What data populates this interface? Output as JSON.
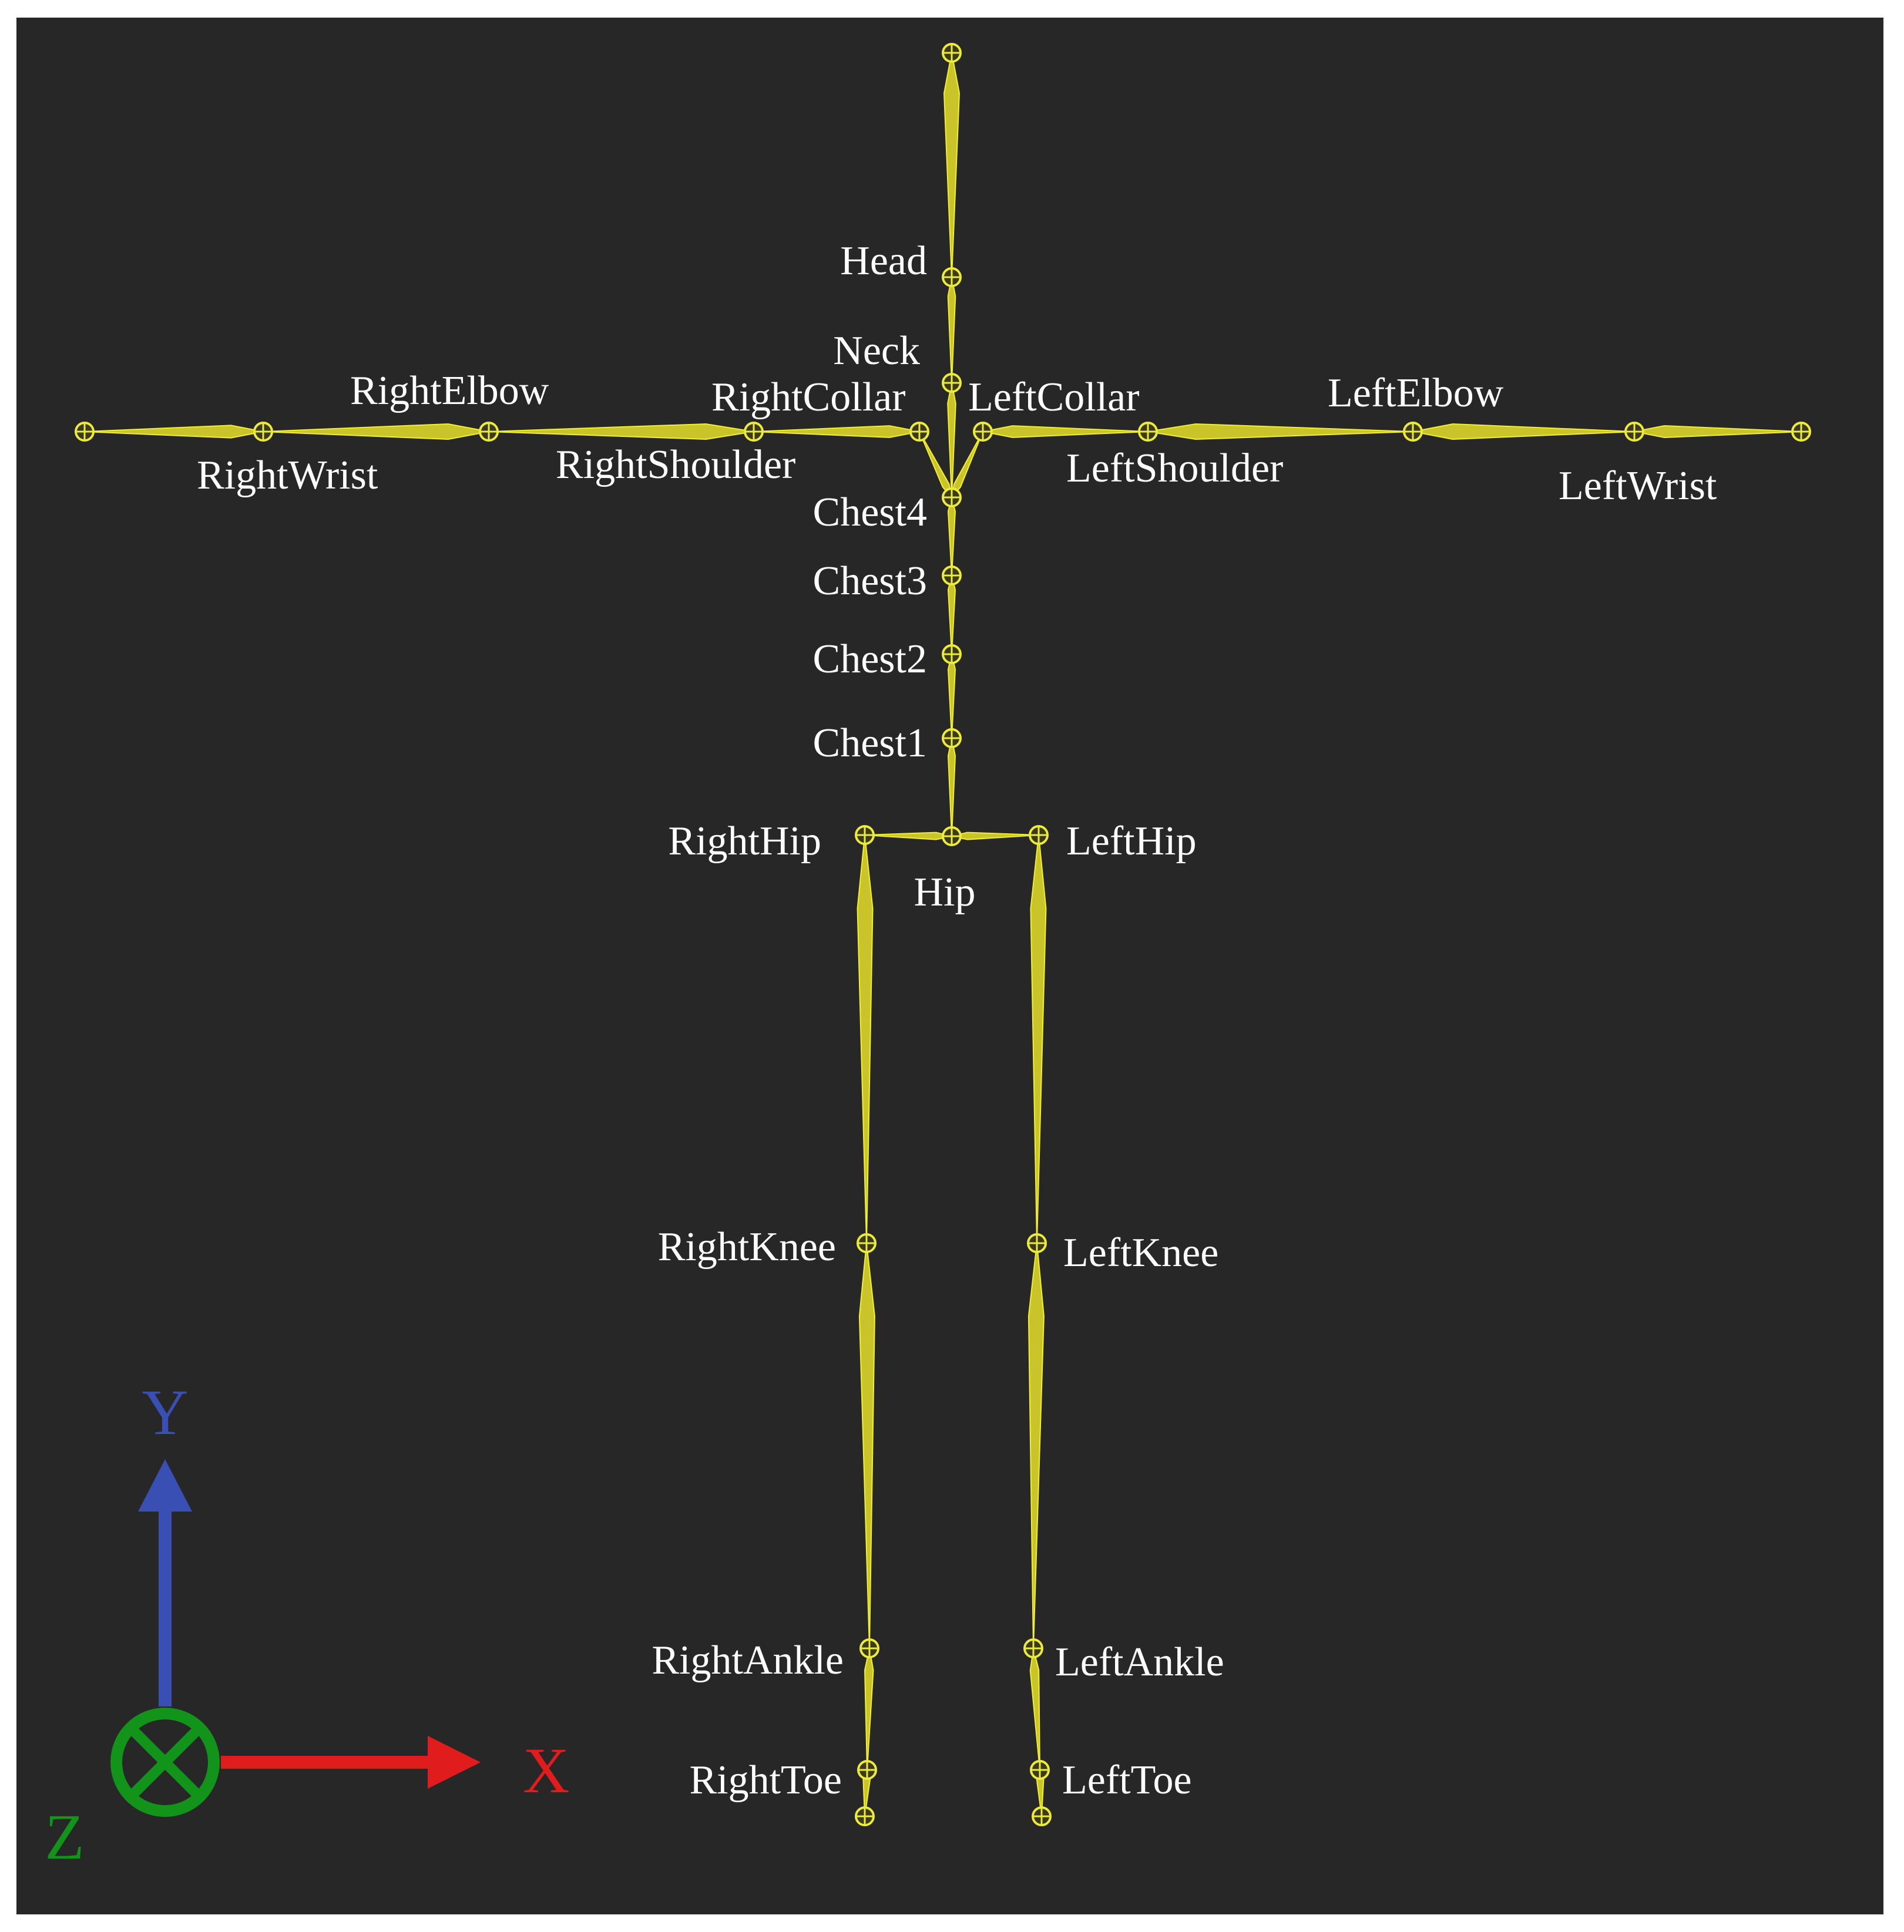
{
  "colors": {
    "background": "#272727",
    "bone": "#c8c42a",
    "bone_highlight": "#f2ef2e",
    "joint": "#ecea3a",
    "label": "#ffffff",
    "axis_x": "#e01c1c",
    "axis_y": "#3a4fb4",
    "axis_z": "#12941a"
  },
  "joints": {
    "head_end": "",
    "head": "Head",
    "neck": "Neck",
    "right_collar": "RightCollar",
    "left_collar": "LeftCollar",
    "right_shoulder": "RightShoulder",
    "left_shoulder": "LeftShoulder",
    "right_elbow": "RightElbow",
    "left_elbow": "LeftElbow",
    "right_wrist": "RightWrist",
    "left_wrist": "LeftWrist",
    "right_hand_end": "",
    "left_hand_end": "",
    "chest4": "Chest4",
    "chest3": "Chest3",
    "chest2": "Chest2",
    "chest1": "Chest1",
    "hip": "Hip",
    "right_hip": "RightHip",
    "left_hip": "LeftHip",
    "right_knee": "RightKnee",
    "left_knee": "LeftKnee",
    "right_ankle": "RightAnkle",
    "left_ankle": "LeftAnkle",
    "right_toe": "RightToe",
    "left_toe": "LeftToe",
    "right_foot_end": "",
    "left_foot_end": ""
  },
  "bones": [
    [
      "head_end",
      "head"
    ],
    [
      "head",
      "neck"
    ],
    [
      "neck",
      "chest4"
    ],
    [
      "chest4",
      "right_collar"
    ],
    [
      "chest4",
      "left_collar"
    ],
    [
      "right_collar",
      "right_shoulder"
    ],
    [
      "right_shoulder",
      "right_elbow"
    ],
    [
      "right_elbow",
      "right_wrist"
    ],
    [
      "right_wrist",
      "right_hand_end"
    ],
    [
      "left_collar",
      "left_shoulder"
    ],
    [
      "left_shoulder",
      "left_elbow"
    ],
    [
      "left_elbow",
      "left_wrist"
    ],
    [
      "left_wrist",
      "left_hand_end"
    ],
    [
      "chest4",
      "chest3"
    ],
    [
      "chest3",
      "chest2"
    ],
    [
      "chest2",
      "chest1"
    ],
    [
      "chest1",
      "hip"
    ],
    [
      "hip",
      "right_hip"
    ],
    [
      "hip",
      "left_hip"
    ],
    [
      "right_hip",
      "right_knee"
    ],
    [
      "right_knee",
      "right_ankle"
    ],
    [
      "right_ankle",
      "right_toe"
    ],
    [
      "right_toe",
      "right_foot_end"
    ],
    [
      "left_hip",
      "left_knee"
    ],
    [
      "left_knee",
      "left_ankle"
    ],
    [
      "left_ankle",
      "left_toe"
    ],
    [
      "left_toe",
      "left_foot_end"
    ]
  ],
  "axes": {
    "x": "X",
    "y": "Y",
    "z": "Z"
  }
}
